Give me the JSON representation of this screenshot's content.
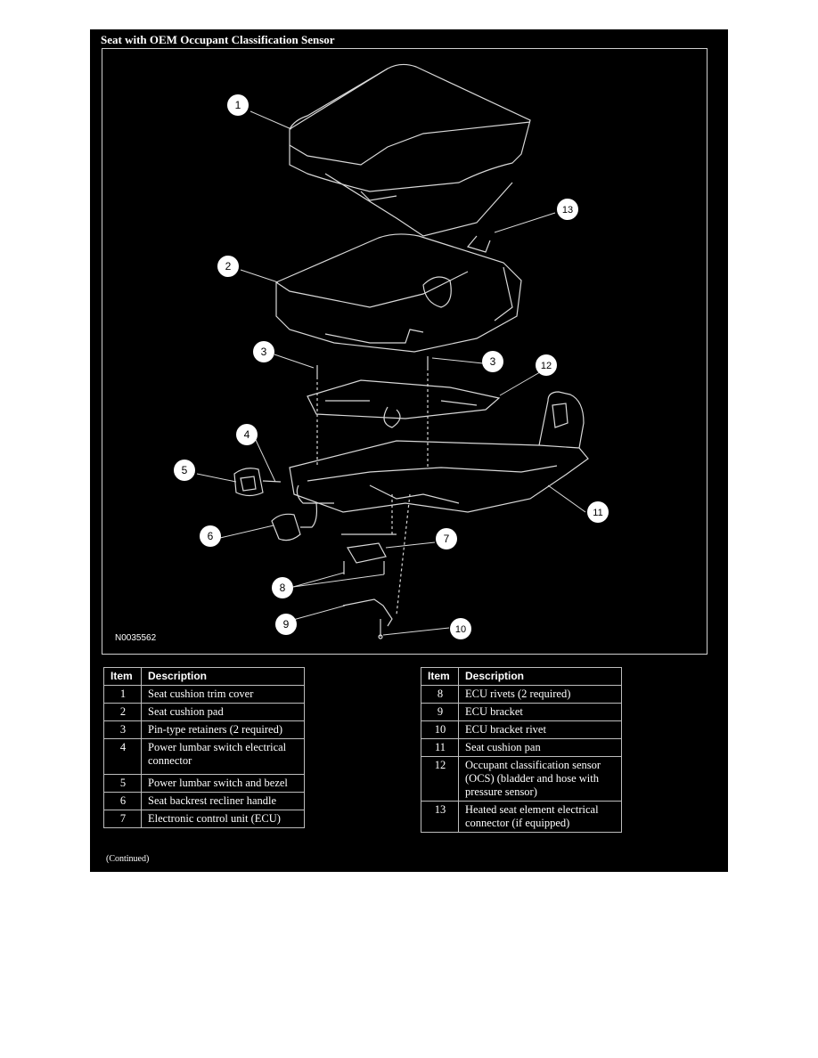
{
  "title": "Seat with OEM Occupant Classification Sensor",
  "figure_id": "N0035562",
  "callouts": [
    "1",
    "2",
    "3",
    "3",
    "4",
    "5",
    "6",
    "7",
    "8",
    "9",
    "10",
    "11",
    "12",
    "13"
  ],
  "table_headers": {
    "item": "Item",
    "description": "Description"
  },
  "table_left": [
    {
      "item": "1",
      "desc": "Seat cushion trim cover"
    },
    {
      "item": "2",
      "desc": "Seat cushion pad"
    },
    {
      "item": "3",
      "desc": "Pin-type retainers (2 required)"
    },
    {
      "item": "4",
      "desc": "Power lumbar switch electrical connector"
    },
    {
      "item": "5",
      "desc": "Power lumbar switch and bezel"
    },
    {
      "item": "6",
      "desc": "Seat backrest recliner handle"
    },
    {
      "item": "7",
      "desc": "Electronic control unit (ECU)"
    }
  ],
  "table_right": [
    {
      "item": "8",
      "desc": "ECU rivets (2 required)"
    },
    {
      "item": "9",
      "desc": "ECU bracket"
    },
    {
      "item": "10",
      "desc": "ECU bracket rivet"
    },
    {
      "item": "11",
      "desc": "Seat cushion pan"
    },
    {
      "item": "12",
      "desc": "Occupant classification sensor (OCS) (bladder and hose with pressure sensor)"
    },
    {
      "item": "13",
      "desc": "Heated seat element electrical connector (if equipped)"
    }
  ],
  "continued": "(Continued)"
}
